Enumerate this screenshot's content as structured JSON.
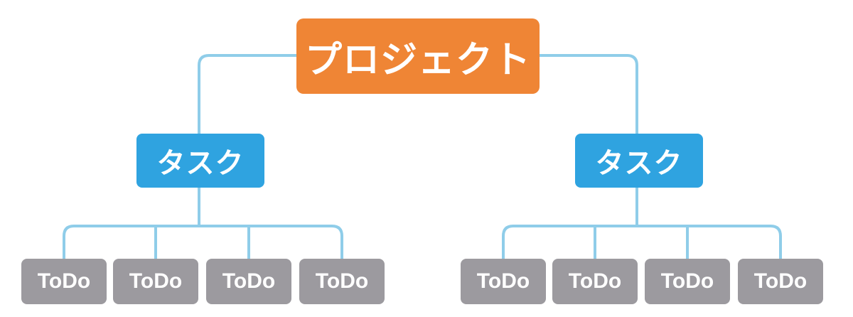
{
  "colors": {
    "root": "#ef8535",
    "task": "#2fa3e0",
    "todo": "#9c9a9f",
    "connector": "#8fcde9"
  },
  "root": {
    "label": "プロジェクト"
  },
  "tasks": [
    {
      "label": "タスク",
      "todos": [
        "ToDo",
        "ToDo",
        "ToDo",
        "ToDo"
      ]
    },
    {
      "label": "タスク",
      "todos": [
        "ToDo",
        "ToDo",
        "ToDo",
        "ToDo"
      ]
    }
  ]
}
